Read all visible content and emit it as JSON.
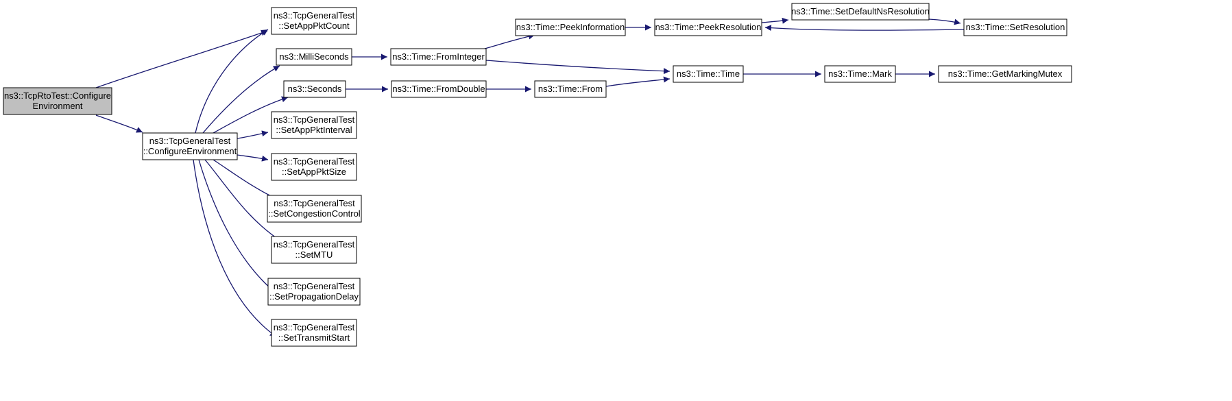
{
  "diagram": {
    "type": "call-graph",
    "colors": {
      "edge": "#191970",
      "node_fill": "#ffffff",
      "root_fill": "#bfbfbf",
      "node_border": "#000000"
    },
    "nodes": [
      {
        "id": "root",
        "lines": [
          "ns3::TcpRtoTest::Configure",
          "Environment"
        ],
        "highlighted": true
      },
      {
        "id": "cfg",
        "lines": [
          "ns3::TcpGeneralTest",
          "::ConfigureEnvironment"
        ]
      },
      {
        "id": "count",
        "lines": [
          "ns3::TcpGeneralTest",
          "::SetAppPktCount"
        ]
      },
      {
        "id": "milli",
        "lines": [
          "ns3::MilliSeconds"
        ]
      },
      {
        "id": "seconds",
        "lines": [
          "ns3::Seconds"
        ]
      },
      {
        "id": "interval",
        "lines": [
          "ns3::TcpGeneralTest",
          "::SetAppPktInterval"
        ]
      },
      {
        "id": "size",
        "lines": [
          "ns3::TcpGeneralTest",
          "::SetAppPktSize"
        ]
      },
      {
        "id": "cong",
        "lines": [
          "ns3::TcpGeneralTest",
          "::SetCongestionControl"
        ]
      },
      {
        "id": "mtu",
        "lines": [
          "ns3::TcpGeneralTest",
          "::SetMTU"
        ]
      },
      {
        "id": "prop",
        "lines": [
          "ns3::TcpGeneralTest",
          "::SetPropagationDelay"
        ]
      },
      {
        "id": "start",
        "lines": [
          "ns3::TcpGeneralTest",
          "::SetTransmitStart"
        ]
      },
      {
        "id": "fromint",
        "lines": [
          "ns3::Time::FromInteger"
        ]
      },
      {
        "id": "fromdbl",
        "lines": [
          "ns3::Time::FromDouble"
        ]
      },
      {
        "id": "from",
        "lines": [
          "ns3::Time::From"
        ]
      },
      {
        "id": "peekinfo",
        "lines": [
          "ns3::Time::PeekInformation"
        ]
      },
      {
        "id": "peekres",
        "lines": [
          "ns3::Time::PeekResolution"
        ]
      },
      {
        "id": "setdef",
        "lines": [
          "ns3::Time::SetDefaultNsResolution"
        ]
      },
      {
        "id": "setres",
        "lines": [
          "ns3::Time::SetResolution"
        ]
      },
      {
        "id": "time",
        "lines": [
          "ns3::Time::Time"
        ]
      },
      {
        "id": "mark",
        "lines": [
          "ns3::Time::Mark"
        ]
      },
      {
        "id": "mutex",
        "lines": [
          "ns3::Time::GetMarkingMutex"
        ]
      }
    ],
    "edges": [
      {
        "from": "root",
        "to": "count"
      },
      {
        "from": "root",
        "to": "cfg"
      },
      {
        "from": "cfg",
        "to": "count"
      },
      {
        "from": "cfg",
        "to": "milli"
      },
      {
        "from": "cfg",
        "to": "seconds"
      },
      {
        "from": "cfg",
        "to": "interval"
      },
      {
        "from": "cfg",
        "to": "size"
      },
      {
        "from": "cfg",
        "to": "cong"
      },
      {
        "from": "cfg",
        "to": "mtu"
      },
      {
        "from": "cfg",
        "to": "prop"
      },
      {
        "from": "cfg",
        "to": "start"
      },
      {
        "from": "milli",
        "to": "fromint"
      },
      {
        "from": "seconds",
        "to": "fromdbl"
      },
      {
        "from": "fromint",
        "to": "peekinfo"
      },
      {
        "from": "fromint",
        "to": "time"
      },
      {
        "from": "fromdbl",
        "to": "from"
      },
      {
        "from": "from",
        "to": "time"
      },
      {
        "from": "peekinfo",
        "to": "peekres"
      },
      {
        "from": "peekres",
        "to": "setdef"
      },
      {
        "from": "setdef",
        "to": "setres"
      },
      {
        "from": "setres",
        "to": "peekres"
      },
      {
        "from": "time",
        "to": "mark"
      },
      {
        "from": "mark",
        "to": "mutex"
      }
    ]
  }
}
